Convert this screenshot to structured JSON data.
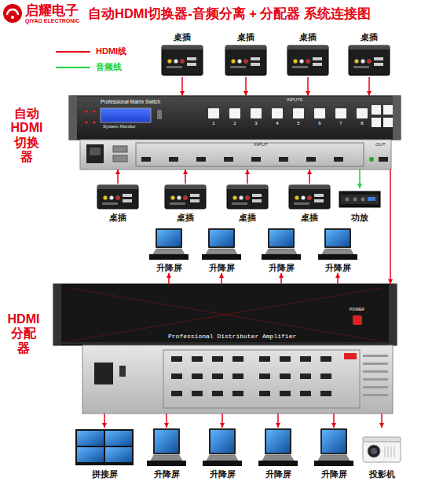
{
  "diagram": {
    "title": "自动HDMI切换器-音频分离 + 分配器 系统连接图",
    "nodes": [
      {
        "text": [
          "桌插"
        ]
      },
      {
        "text": [
          "桌插"
        ]
      },
      {
        "text": [
          "桌插"
        ]
      },
      {
        "text": [
          "桌插"
        ]
      },
      {
        "text": [
          "自动HDMI切换器"
        ]
      },
      {
        "text": [
          "桌插"
        ]
      },
      {
        "text": [
          "桌插"
        ]
      },
      {
        "text": [
          "桌插"
        ]
      },
      {
        "text": [
          "桌插"
        ]
      },
      {
        "text": [
          "功放"
        ]
      },
      {
        "text": [
          "升降屏"
        ]
      },
      {
        "text": [
          "升降屏"
        ]
      },
      {
        "text": [
          "升降屏"
        ]
      },
      {
        "text": [
          "升降屏"
        ]
      },
      {
        "text": [
          "HDMI分配器"
        ]
      },
      {
        "text": [
          "拼接屏"
        ]
      },
      {
        "text": [
          "升降屏"
        ]
      },
      {
        "text": [
          "升降屏"
        ]
      },
      {
        "text": [
          "升降屏"
        ]
      },
      {
        "text": [
          "升降屏"
        ]
      },
      {
        "text": [
          "投影机"
        ]
      }
    ],
    "edges": [
      {
        "from": 0,
        "to": 4,
        "arrow": "to"
      },
      {
        "from": 1,
        "to": 4,
        "arrow": "to"
      },
      {
        "from": 2,
        "to": 4,
        "arrow": "to"
      },
      {
        "from": 3,
        "to": 4,
        "arrow": "to"
      },
      {
        "from": 5,
        "to": 4,
        "arrow": "to"
      },
      {
        "from": 6,
        "to": 4,
        "arrow": "to"
      },
      {
        "from": 7,
        "to": 4,
        "arrow": "to"
      },
      {
        "from": 8,
        "to": 4,
        "arrow": "to"
      },
      {
        "from": 4,
        "to": 9,
        "arrow": "to"
      },
      {
        "from": 4,
        "to": 14,
        "arrow": "to"
      },
      {
        "from": 14,
        "to": 10,
        "arrow": "to"
      },
      {
        "from": 14,
        "to": 11,
        "arrow": "to"
      },
      {
        "from": 14,
        "to": 12,
        "arrow": "to"
      },
      {
        "from": 14,
        "to": 13,
        "arrow": "to"
      },
      {
        "from": 14,
        "to": 15,
        "arrow": "to"
      },
      {
        "from": 14,
        "to": 16,
        "arrow": "to"
      },
      {
        "from": 14,
        "to": 17,
        "arrow": "to"
      },
      {
        "from": 14,
        "to": 18,
        "arrow": "to"
      },
      {
        "from": 14,
        "to": 19,
        "arrow": "to"
      },
      {
        "from": 14,
        "to": 20,
        "arrow": "to"
      }
    ],
    "labels": [
      "启耀电子",
      "QIYAO ELECTRONIC",
      "Professional Matrix Switch",
      "System Monitor",
      "INPUTS",
      "INPUT",
      "OUT",
      "1",
      "2",
      "3",
      "4",
      "5",
      "6",
      "7",
      "8",
      "Professional Distributer Amplifier",
      "POWER"
    ],
    "legend": [
      {
        "text": "HDMI线"
      },
      {
        "text": "音频线"
      }
    ]
  }
}
